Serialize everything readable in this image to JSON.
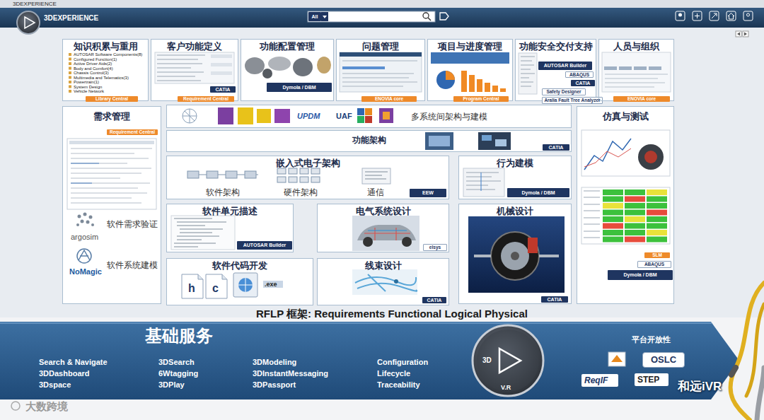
{
  "diagram": {
    "nodes": [
      {
        "text": [
          "3DEXPERIENCE"
        ]
      },
      {
        "text": [
          "3DEXPERIENCE"
        ]
      },
      {
        "text": [
          "All"
        ],
        "in": 1
      },
      {
        "text": [
          "知识积累与重用"
        ]
      },
      {
        "text": [
          "Library Central"
        ],
        "in": 3
      },
      {
        "text": [
          "客户功能定义"
        ]
      },
      {
        "text": [
          "Requirement Central"
        ],
        "in": 5
      },
      {
        "text": [
          "功能配置管理"
        ]
      },
      {
        "text": [
          "Dymola / DBM"
        ],
        "in": 7
      },
      {
        "text": [
          "问题管理"
        ]
      },
      {
        "text": [
          "ENOVIA core"
        ],
        "in": 9
      },
      {
        "text": [
          "项目与进度管理"
        ]
      },
      {
        "text": [
          "Program Central"
        ],
        "in": 11
      },
      {
        "text": [
          "功能安全交付支持"
        ]
      },
      {
        "text": [
          "AUTOSAR Builder"
        ],
        "in": 13
      },
      {
        "text": [
          "Safety Designer"
        ],
        "in": 13
      },
      {
        "text": [
          "Aralia Fault Tree Analyzer"
        ],
        "in": 13
      },
      {
        "text": [
          "人员与组织"
        ]
      },
      {
        "text": [
          "ENOVIA core"
        ],
        "in": 17
      },
      {
        "text": [
          "需求管理",
          "软件需求验证",
          "argosim",
          "软件系统建模",
          "NoMagic"
        ]
      },
      {
        "text": [
          "Requirement Central"
        ],
        "in": 19
      },
      {
        "text": [
          "多系统间架构与建模"
        ]
      },
      {
        "text": [
          "功能架构"
        ]
      },
      {
        "text": [
          "嵌入式电子架构",
          "软件架构",
          "硬件架构",
          "通信"
        ]
      },
      {
        "text": [
          "EEW"
        ],
        "in": 23
      },
      {
        "text": [
          "行为建模"
        ]
      },
      {
        "text": [
          "Dymola / DBM"
        ],
        "in": 25
      },
      {
        "text": [
          "软件单元描述"
        ]
      },
      {
        "text": [
          "AUTOSAR Builder"
        ],
        "in": 27
      },
      {
        "text": [
          "电气系统设计"
        ]
      },
      {
        "text": [
          "机械设计"
        ]
      },
      {
        "text": [
          "软件代码开发"
        ]
      },
      {
        "text": [
          "线束设计"
        ]
      },
      {
        "text": [
          "仿真与测试"
        ]
      },
      {
        "text": [
          "SLM"
        ],
        "in": 33
      },
      {
        "text": [
          "Dymola / DBM"
        ],
        "in": 33
      },
      {
        "text": [
          "基础服务",
          "Search & Navigate",
          "3DDashboard",
          "3Dspace",
          "3DSearch",
          "6Wtagging",
          "3DPlay",
          "3DModeling",
          "3DInstantMessaging",
          "3DPassport",
          "Configuration",
          "Lifecycle",
          "Traceability",
          "平台开放性"
        ]
      },
      {
        "text": [
          "3D",
          "V.R"
        ],
        "in": 36
      },
      {
        "text": [
          "CATIA"
        ],
        "in": 5
      },
      {
        "text": [
          "ABAQUS"
        ],
        "in": 13
      },
      {
        "text": [
          "CATIA"
        ],
        "in": 13
      },
      {
        "text": [
          "CATIA"
        ],
        "in": 22
      },
      {
        "text": [
          "elsys"
        ],
        "in": 29
      },
      {
        "text": [
          "CATIA"
        ],
        "in": 30
      },
      {
        "text": [
          "CATIA"
        ],
        "in": 32
      },
      {
        "text": [
          "ABAQUS"
        ],
        "in": 33
      },
      {
        "text": [
          "OSLC"
        ],
        "in": 36
      }
    ],
    "labels": [
      "AUTOSAR Software Components(8)",
      "Configured Function(1)",
      "Active Driver Aids(2)",
      "Body and Comfort(4)",
      "Chassis Control(3)",
      "Multimedia and Telematics(3)",
      "Powertrain(1)",
      "System Design",
      "Vehicle Network",
      "UPDM",
      "UAF",
      "h",
      "c",
      ".exe",
      "RFLP 框架: Requirements Functional Logical Physical",
      "ReqIF",
      "STEP",
      "和远iVR",
      "大数跨境"
    ]
  }
}
